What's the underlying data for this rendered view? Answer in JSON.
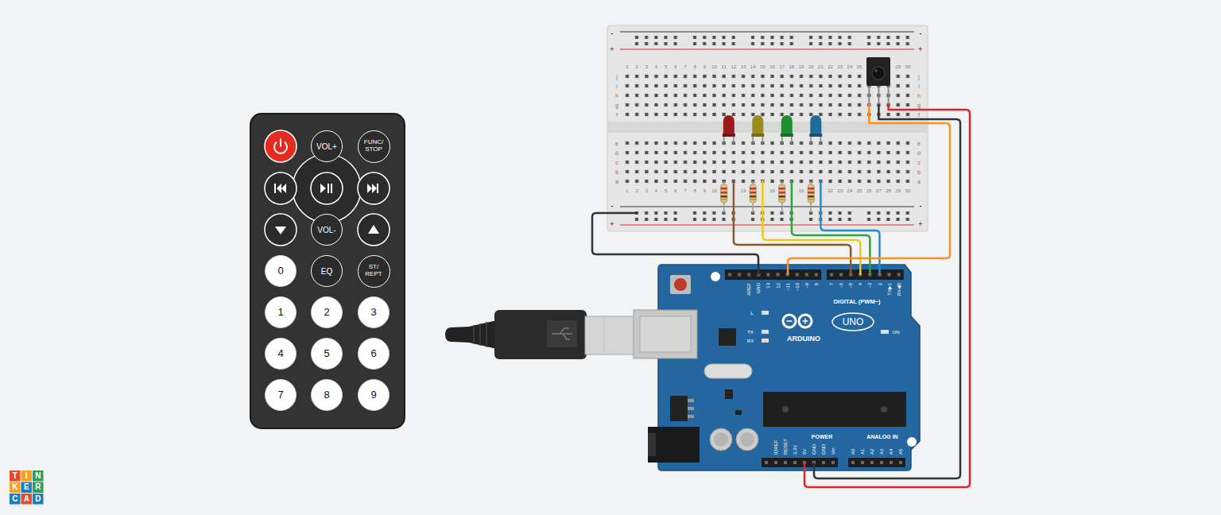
{
  "diagram": {
    "nodes": [
      {
        "text": [
          "VOL+"
        ]
      },
      {
        "text": [
          "FUNC/ STOP"
        ]
      },
      {
        "text": [
          "VOL-"
        ]
      },
      {
        "text": [
          "0"
        ]
      },
      {
        "text": [
          "EQ"
        ]
      },
      {
        "text": [
          "ST/ REPT"
        ]
      },
      {
        "text": [
          "1"
        ]
      },
      {
        "text": [
          "2"
        ]
      },
      {
        "text": [
          "3"
        ]
      },
      {
        "text": [
          "4"
        ]
      },
      {
        "text": [
          "5"
        ]
      },
      {
        "text": [
          "6"
        ]
      },
      {
        "text": [
          "7"
        ]
      },
      {
        "text": [
          "8"
        ]
      },
      {
        "text": [
          "9"
        ]
      }
    ],
    "labels": [
      "-",
      "-",
      "+",
      "+",
      "1",
      "2",
      "3",
      "4",
      "5",
      "6",
      "7",
      "8",
      "9",
      "10",
      "11",
      "12",
      "13",
      "14",
      "15",
      "16",
      "17",
      "18",
      "19",
      "20",
      "21",
      "22",
      "23",
      "24",
      "25",
      "29",
      "30",
      "j",
      "j",
      "i",
      "i",
      "h",
      "h",
      "g",
      "g",
      "f",
      "f",
      "e",
      "e",
      "d",
      "d",
      "c",
      "c",
      "b",
      "b",
      "a",
      "a",
      "1",
      "2",
      "3",
      "4",
      "5",
      "6",
      "7",
      "8",
      "9",
      "10",
      "13",
      "16",
      "19",
      "22",
      "23",
      "24",
      "25",
      "26",
      "27",
      "28",
      "29",
      "30",
      "-",
      "-",
      "+",
      "+",
      "AREF",
      "GND",
      "13",
      "12",
      "~11",
      "~10",
      "~9",
      "8",
      "7",
      "~6",
      "~5",
      "4",
      "~3",
      "2",
      "TX▶1",
      "RX◀0",
      "DIGITAL (PWM~)",
      "L",
      "TX",
      "RX",
      "ARDUINO",
      "UNO",
      "ON",
      "IOREF",
      "RESET",
      "3.3V",
      "5V",
      "GND",
      "GND",
      "Vin",
      "POWER",
      "ANALOG IN",
      "A0",
      "A1",
      "A2",
      "A3",
      "A4",
      "A5",
      "T",
      "I",
      "N",
      "K",
      "E",
      "R",
      "C",
      "A",
      "D"
    ]
  }
}
